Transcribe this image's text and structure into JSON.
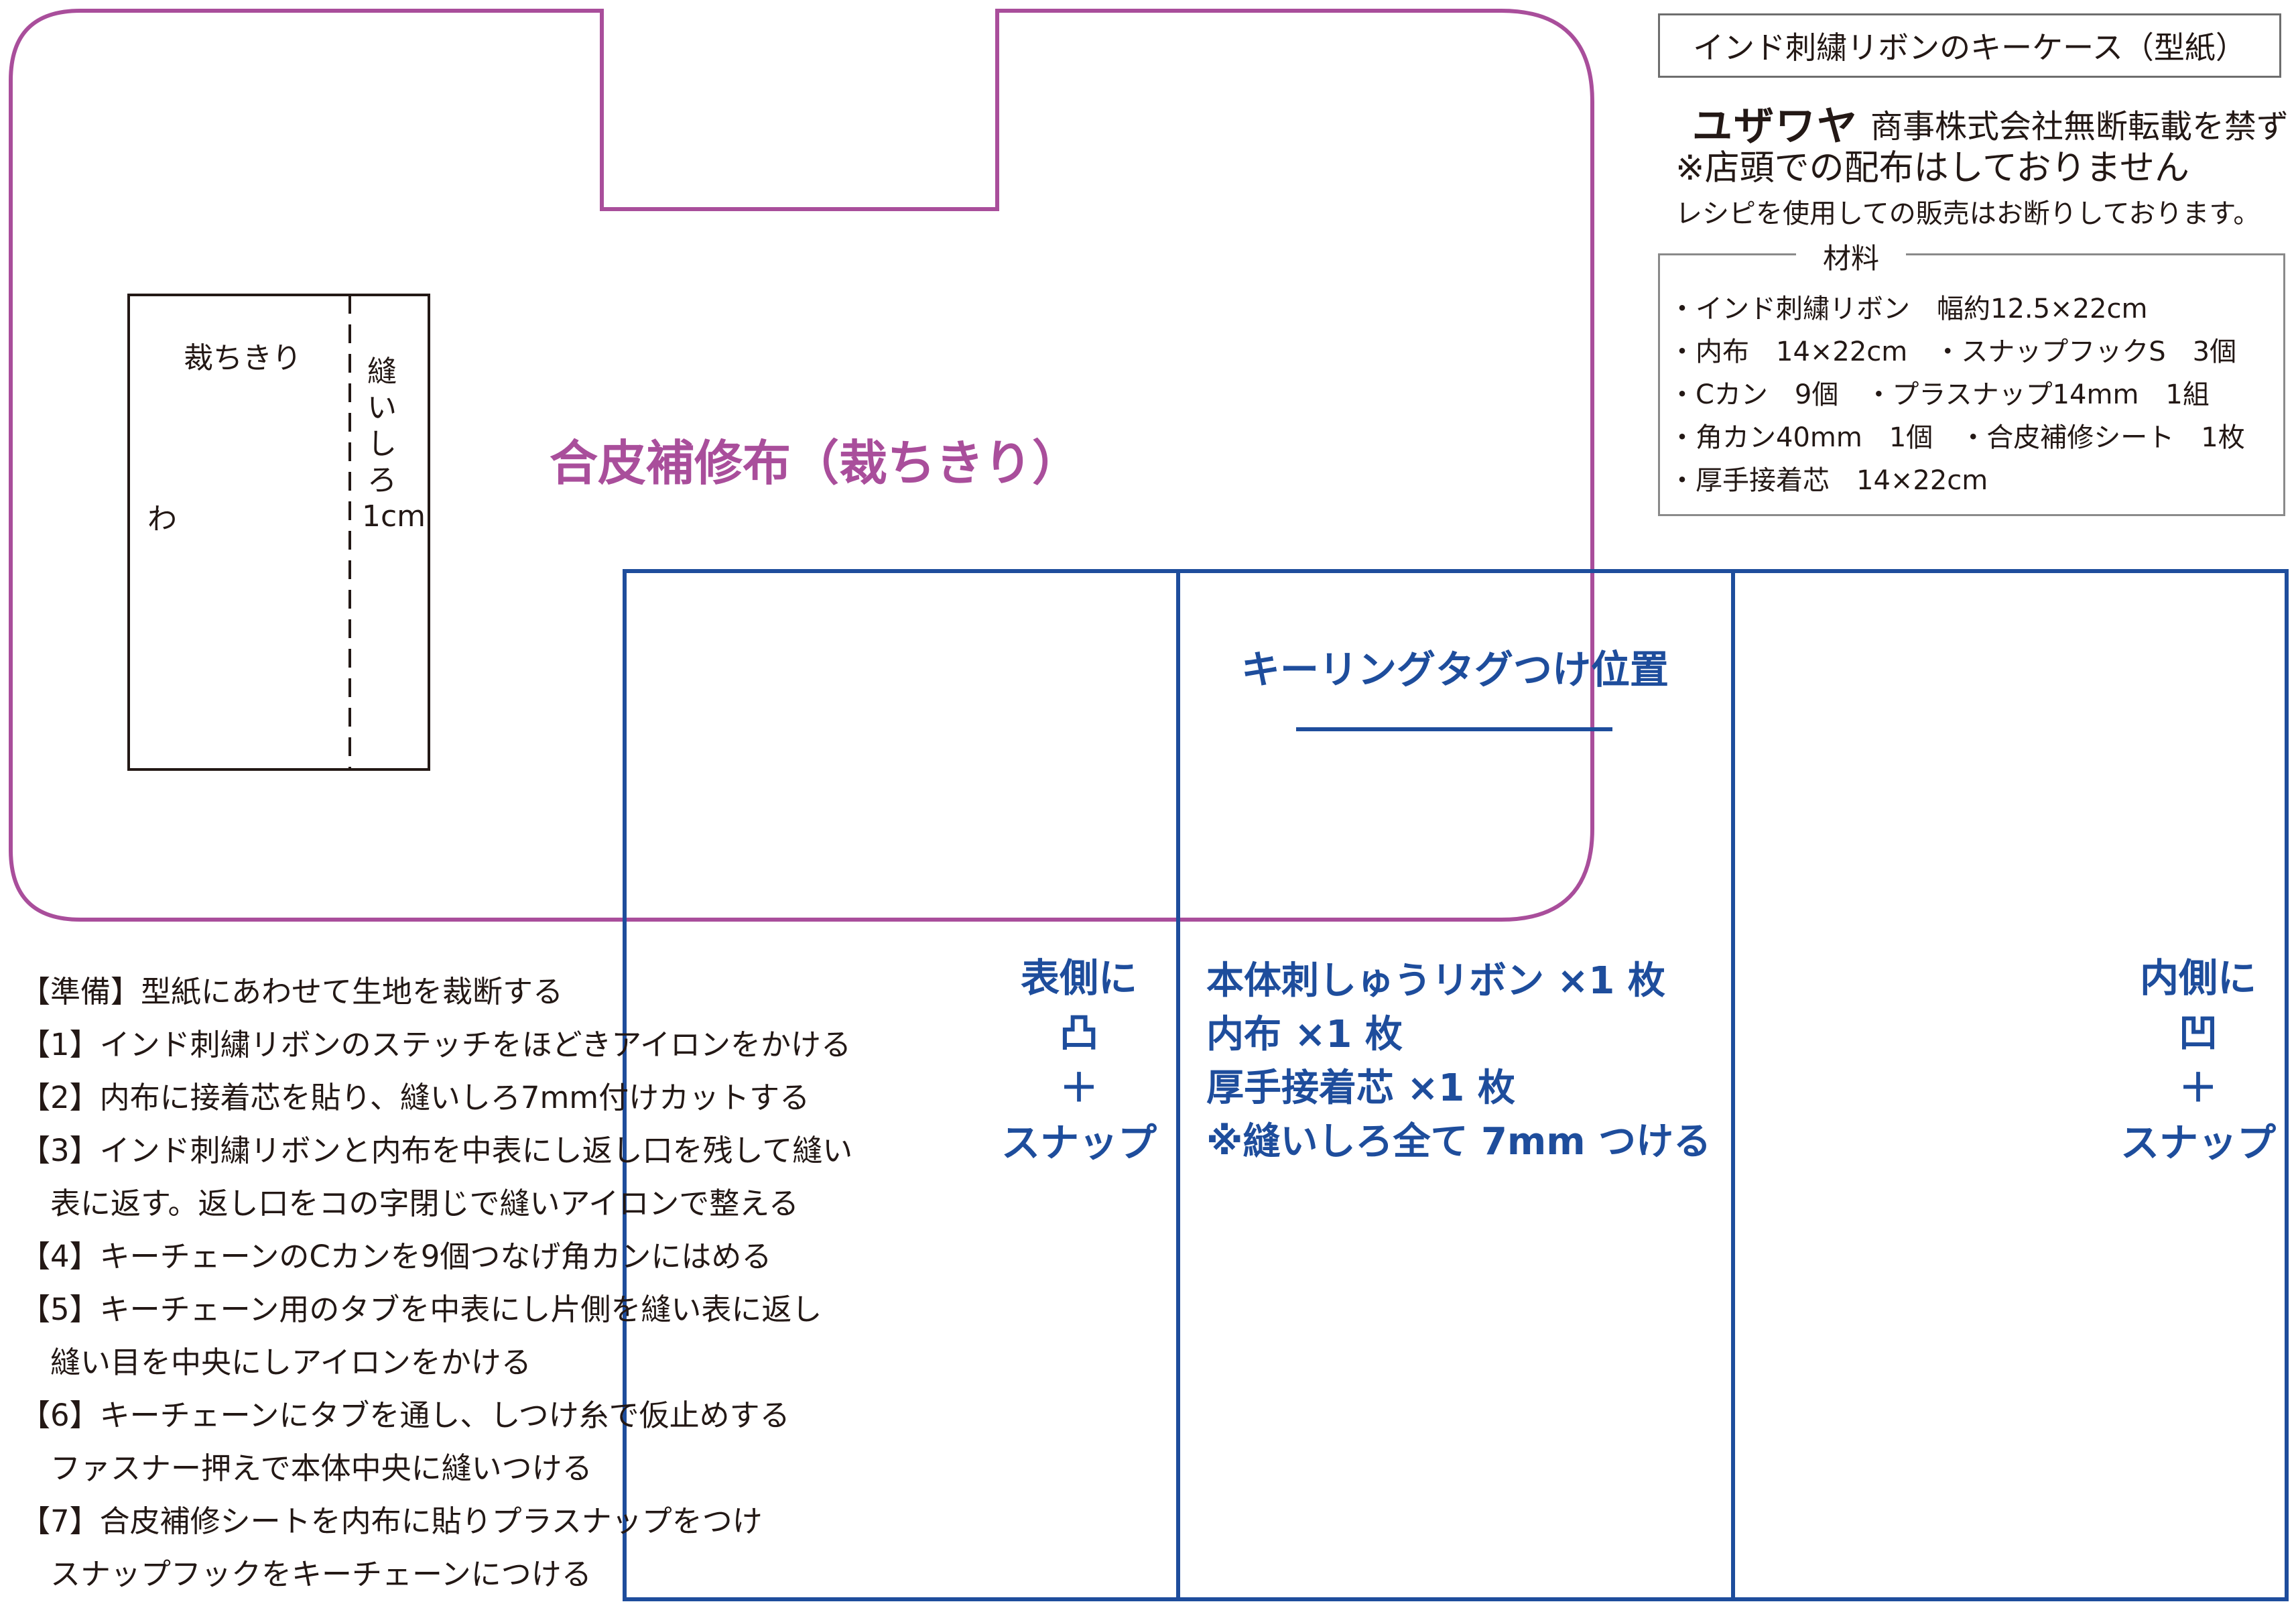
{
  "header": {
    "title": "インド刺繍リボンのキーケース（型紙）",
    "brand_logo": "ユザワヤ",
    "brand_suffix": "商事株式会社無断転載を禁ず",
    "notice_distribution": "※店頭での配布はしておりません",
    "notice_sales": "レシピを使用しての販売はお断りしております。"
  },
  "materials": {
    "heading": "材料",
    "lines": [
      "・インド刺繍リボン　幅約12.5×22cm",
      "・内布　14×22cm　・スナップフックS　3個",
      "・Cカン　9個　・プラスナップ14mm　1組",
      "・角カン40mm　1個　・合皮補修シート　1枚",
      "・厚手接着芯　14×22cm"
    ]
  },
  "leather_pattern": {
    "title": "合皮補修布（裁ちきり）",
    "tab_piece": {
      "cut_label": "裁ちきり",
      "fold_label": "わ",
      "seam_label": [
        "縫",
        "い",
        "し",
        "ろ",
        "1cm"
      ]
    }
  },
  "body_pattern": {
    "keyring_label": "キーリングタグつけ位置",
    "left_snap": [
      "表側に",
      "凸",
      "＋",
      "スナップ"
    ],
    "right_snap": [
      "内側に",
      "凹",
      "＋",
      "スナップ"
    ],
    "parts": [
      "本体刺しゅうリボン ×1 枚",
      "内布 ×1 枚",
      "厚手接着芯 ×1 枚",
      "※縫いしろ全て 7mm つける"
    ]
  },
  "steps": [
    "【準備】型紙にあわせて生地を裁断する",
    "【1】インド刺繍リボンのステッチをほどきアイロンをかける",
    "【2】内布に接着芯を貼り、縫いしろ7mm付けカットする",
    "【3】インド刺繍リボンと内布を中表にし返し口を残して縫い",
    "　表に返す。返し口をコの字閉じで縫いアイロンで整える",
    "【4】キーチェーンのCカンを9個つなげ角カンにはめる",
    "【5】キーチェーン用のタブを中表にし片側を縫い表に返し",
    "　縫い目を中央にしアイロンをかける",
    "【6】キーチェーンにタブを通し、しつけ糸で仮止めする",
    "　ファスナー押えで本体中央に縫いつける",
    "【7】合皮補修シートを内布に貼りプラスナップをつけ",
    "　スナップフックをキーチェーンにつける"
  ],
  "colors": {
    "pink": "#a94e9b",
    "blue": "#1e4d9c",
    "text": "#231815"
  }
}
